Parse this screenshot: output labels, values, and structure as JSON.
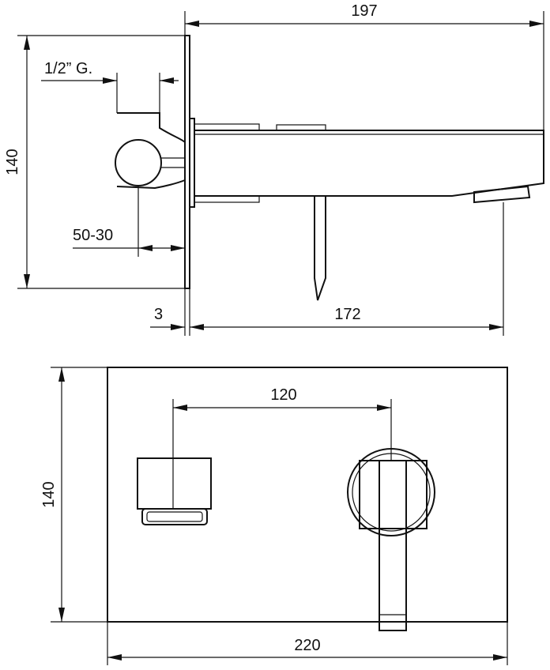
{
  "side_view": {
    "dim_width_total": "197",
    "dim_height": "140",
    "dim_thread": "1/2” G.",
    "dim_depth": "50-30",
    "dim_plate": "3",
    "dim_spout": "172"
  },
  "front_view": {
    "dim_center_distance": "120",
    "dim_height": "140",
    "dim_width": "220"
  }
}
